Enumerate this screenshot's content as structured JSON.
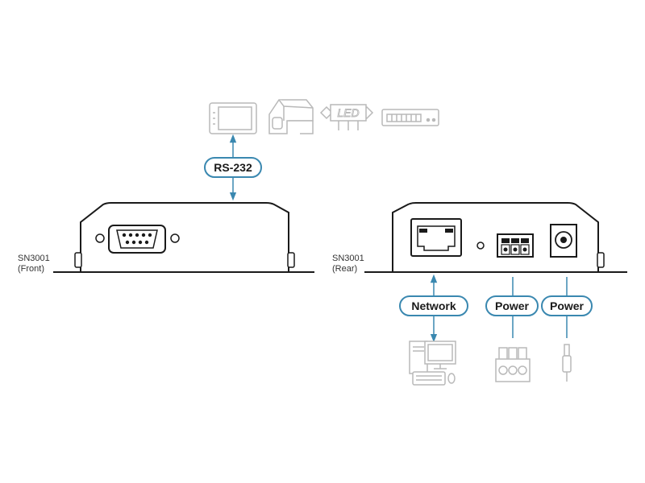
{
  "diagram": {
    "colors": {
      "device": "#1a1a1a",
      "connector": "#3a88b0",
      "label_border": "#3a88b0",
      "peripheral": "#b9b9b9",
      "ground": "#1a1a1a"
    },
    "front": {
      "model": "SN3001",
      "view": "(Front)",
      "port": "db9-serial-port",
      "connection_label": "RS-232",
      "peripherals": [
        "touch-panel-icon",
        "projector-icon",
        "led-display-icon",
        "network-switch-icon"
      ]
    },
    "rear": {
      "model": "SN3001",
      "view": "(Rear)",
      "ports": [
        {
          "name": "rj45-port",
          "connection_label": "Network",
          "peripheral": "computer-icon"
        },
        {
          "name": "terminal-block-port",
          "connection_label": "Power",
          "peripheral": "terminal-block-plug-icon"
        },
        {
          "name": "dc-jack-port",
          "connection_label": "Power",
          "peripheral": "dc-plug-icon"
        }
      ]
    },
    "led_text": "LED"
  }
}
